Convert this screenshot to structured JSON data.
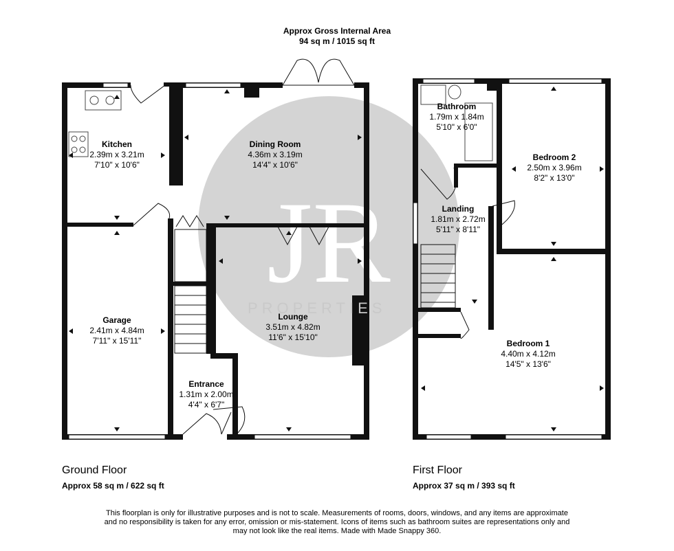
{
  "header": {
    "line1": "Approx Gross Internal Area",
    "line2": "94 sq m / 1015 sq ft"
  },
  "watermark": {
    "letters": "JR",
    "word": "PROPERTIES",
    "color": "#d4d4d4"
  },
  "colors": {
    "wall": "#111111",
    "window": "#ffffff"
  },
  "rooms": [
    {
      "id": "kitchen",
      "name": "Kitchen",
      "metric": "2.39m x 3.21m",
      "imperial": "7'10\" x 10'6\""
    },
    {
      "id": "dining",
      "name": "Dining Room",
      "metric": "4.36m x 3.19m",
      "imperial": "14'4\" x 10'6\""
    },
    {
      "id": "garage",
      "name": "Garage",
      "metric": "2.41m x 4.84m",
      "imperial": "7'11\" x 15'11\""
    },
    {
      "id": "lounge",
      "name": "Lounge",
      "metric": "3.51m x 4.82m",
      "imperial": "11'6\" x 15'10\""
    },
    {
      "id": "entrance",
      "name": "Entrance",
      "metric": "1.31m x 2.00m",
      "imperial": "4'4\" x 6'7\""
    },
    {
      "id": "bathroom",
      "name": "Bathroom",
      "metric": "1.79m x 1.84m",
      "imperial": "5'10\" x 6'0\""
    },
    {
      "id": "bedroom2",
      "name": "Bedroom 2",
      "metric": "2.50m x 3.96m",
      "imperial": "8'2\" x 13'0\""
    },
    {
      "id": "landing",
      "name": "Landing",
      "metric": "1.81m x 2.72m",
      "imperial": "5'11\" x 8'11\""
    },
    {
      "id": "bedroom1",
      "name": "Bedroom 1",
      "metric": "4.40m x 4.12m",
      "imperial": "14'5\" x 13'6\""
    }
  ],
  "floors": {
    "ground": {
      "title": "Ground Floor",
      "area": "Approx 58 sq m / 622 sq ft"
    },
    "first": {
      "title": "First Floor",
      "area": "Approx 37 sq m / 393 sq ft"
    }
  },
  "disclaimer": {
    "line1": "This floorplan is only for illustrative purposes and is not to scale. Measurements of rooms, doors, windows, and any items are approximate",
    "line2": "and no responsibility is taken for any error, omission or mis-statement. Icons of items such as bathroom suites are representations only and",
    "line3": "may not look like the real items. Made with Made Snappy 360."
  }
}
